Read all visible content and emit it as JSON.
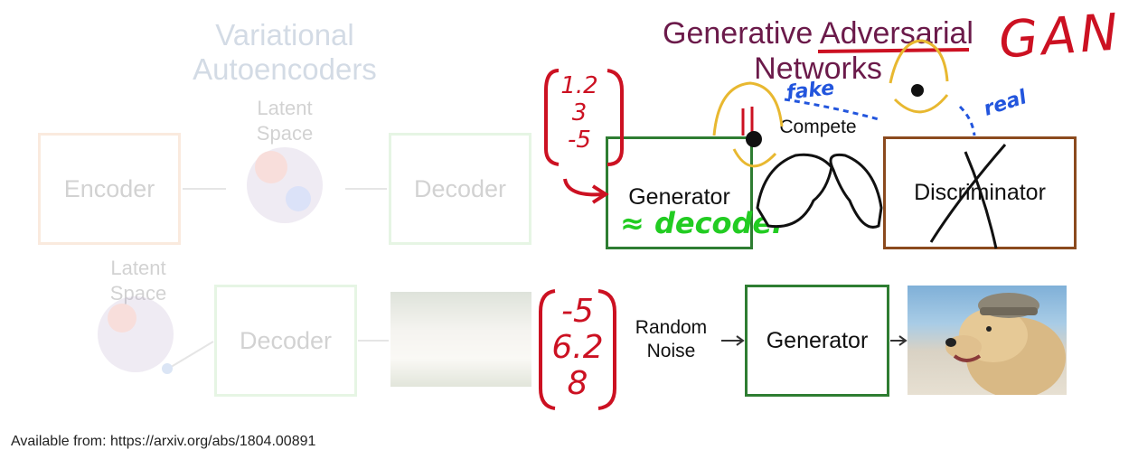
{
  "vae": {
    "title": "Variational Autoencoders",
    "encoder": "Encoder",
    "latent_space_top": "Latent Space",
    "decoder_top": "Decoder",
    "latent_space_bottom": "Latent Space",
    "decoder_bottom": "Decoder"
  },
  "gan": {
    "title_line1": "Generative Adversarial",
    "title_line2": "Networks",
    "compete": "Compete",
    "generator_top": "Generator",
    "discriminator": "Discriminator",
    "random_noise": "Random Noise",
    "generator_bottom": "Generator"
  },
  "annotations": {
    "gan": "GAN",
    "vector_top": [
      "1.2",
      "3",
      "-5"
    ],
    "vector_bottom": [
      "-5",
      "6.2",
      "8"
    ],
    "approx_decoder": "≈ decoder",
    "fake": "fake",
    "real": "real"
  },
  "footer": {
    "citation": "Available from: https://arxiv.org/abs/1804.00891"
  },
  "colors": {
    "encoder_border": "#e8a06a",
    "decoder_border": "#8fcf86",
    "generator_border": "#2e7d32",
    "discriminator_border": "#8b4a1e",
    "gan_title": "#6b1a4a",
    "annotation_red": "#cc1122",
    "annotation_green": "#22cc22",
    "annotation_blue": "#2255dd",
    "annotation_yellow": "#e8b830"
  }
}
